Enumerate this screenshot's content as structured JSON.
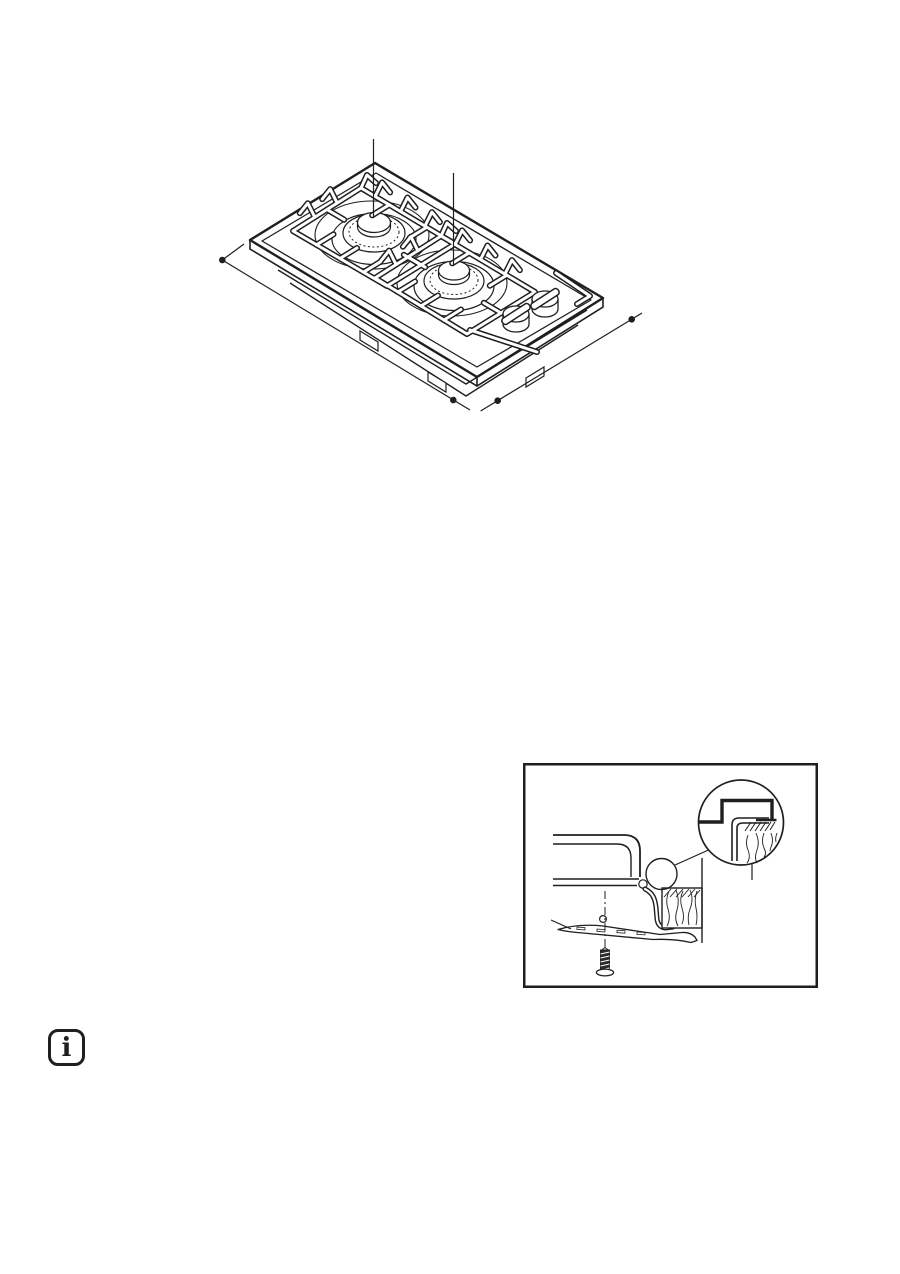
{
  "page": {
    "kind": "appliance-manual-page",
    "background_color": "#ffffff",
    "ink_color": "#1f1f1f"
  },
  "figures": {
    "hob": {
      "name": "two-burner-gas-hob-isometric-line-drawing"
    },
    "installation": {
      "name": "worktop-fixing-bracket-and-seal-detail"
    }
  },
  "info": {
    "glyph": "i"
  }
}
